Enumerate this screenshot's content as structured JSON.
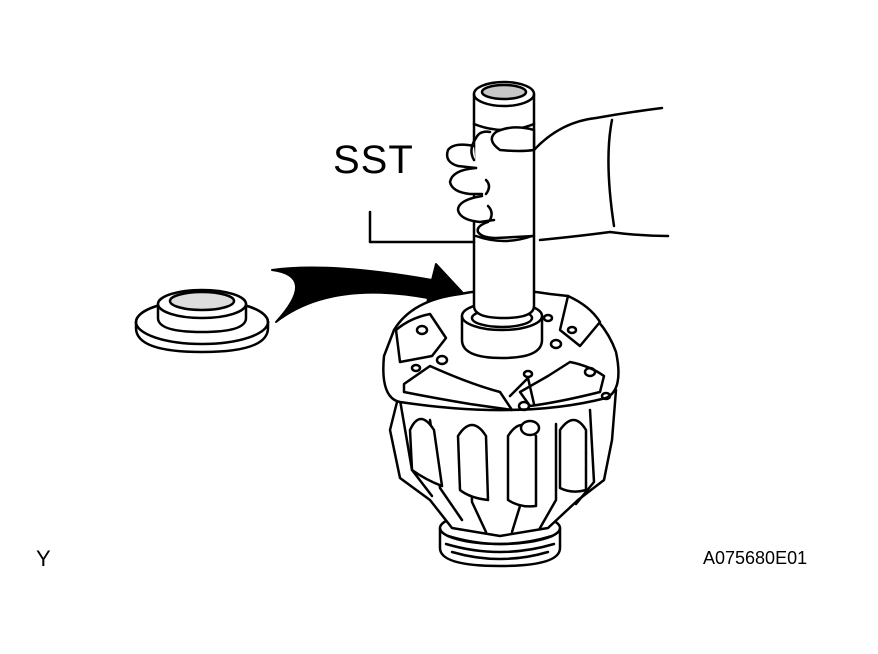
{
  "labels": {
    "tool": "SST",
    "corner_mark": "Y",
    "figure_id": "A075680E01"
  },
  "colors": {
    "ink": "#000000",
    "paper": "#ffffff",
    "shade": "#c8c8c8"
  },
  "icons": {
    "tool": "sst-press-tool-icon",
    "hand": "hand-icon",
    "cover": "bearing-cover-icon",
    "arrow": "install-direction-arrow-icon",
    "rotor": "alternator-rotor-icon"
  }
}
